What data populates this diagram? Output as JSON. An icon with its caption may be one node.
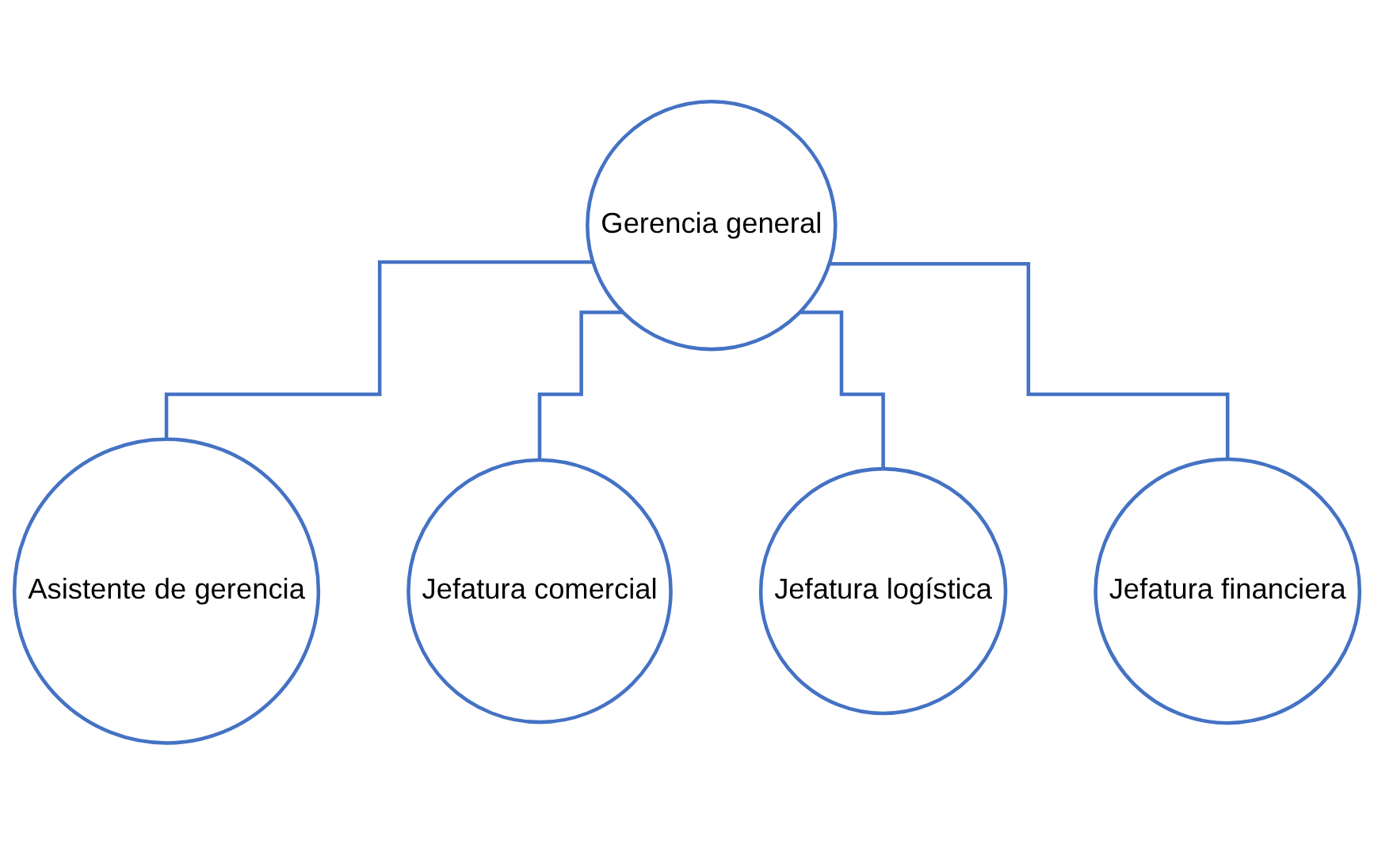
{
  "diagram": {
    "nodes": [
      {
        "text": [
          "Gerencia general"
        ]
      },
      {
        "text": [
          "Asistente de gerencia"
        ]
      },
      {
        "text": [
          "Jefatura comercial"
        ]
      },
      {
        "text": [
          "Jefatura logística"
        ]
      },
      {
        "text": [
          "Jefatura financiera"
        ]
      }
    ],
    "edges": [
      {
        "from": 0,
        "to": 1,
        "arrow": "none"
      },
      {
        "from": 0,
        "to": 2,
        "arrow": "none"
      },
      {
        "from": 0,
        "to": 3,
        "arrow": "none"
      },
      {
        "from": 0,
        "to": 4,
        "arrow": "none"
      }
    ]
  }
}
